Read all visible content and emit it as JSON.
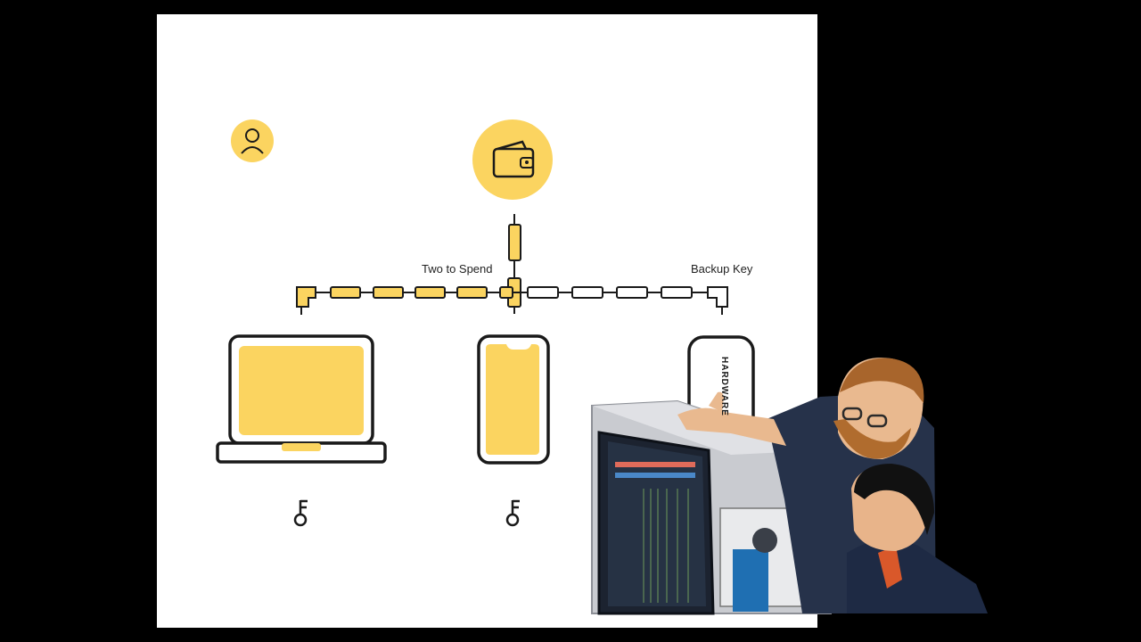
{
  "diagram": {
    "labels": {
      "two_to_spend": "Two to Spend",
      "backup_key": "Backup Key",
      "hardware": "HARDWARE"
    },
    "nodes": [
      {
        "id": "user",
        "icon": "user-icon"
      },
      {
        "id": "wallet",
        "icon": "wallet-icon"
      },
      {
        "id": "laptop",
        "icon": "laptop-icon",
        "key": "key-icon"
      },
      {
        "id": "phone",
        "icon": "phone-icon",
        "key": "key-icon"
      },
      {
        "id": "hardware",
        "icon": "hardware-wallet-icon",
        "key": "key-icon"
      }
    ]
  },
  "overlay": {
    "illustration": "man-and-boy-with-computer-illustration"
  },
  "colors": {
    "accent": "#FBD460",
    "stroke": "#1a1a1a",
    "background": "#000000",
    "panel": "#ffffff"
  }
}
